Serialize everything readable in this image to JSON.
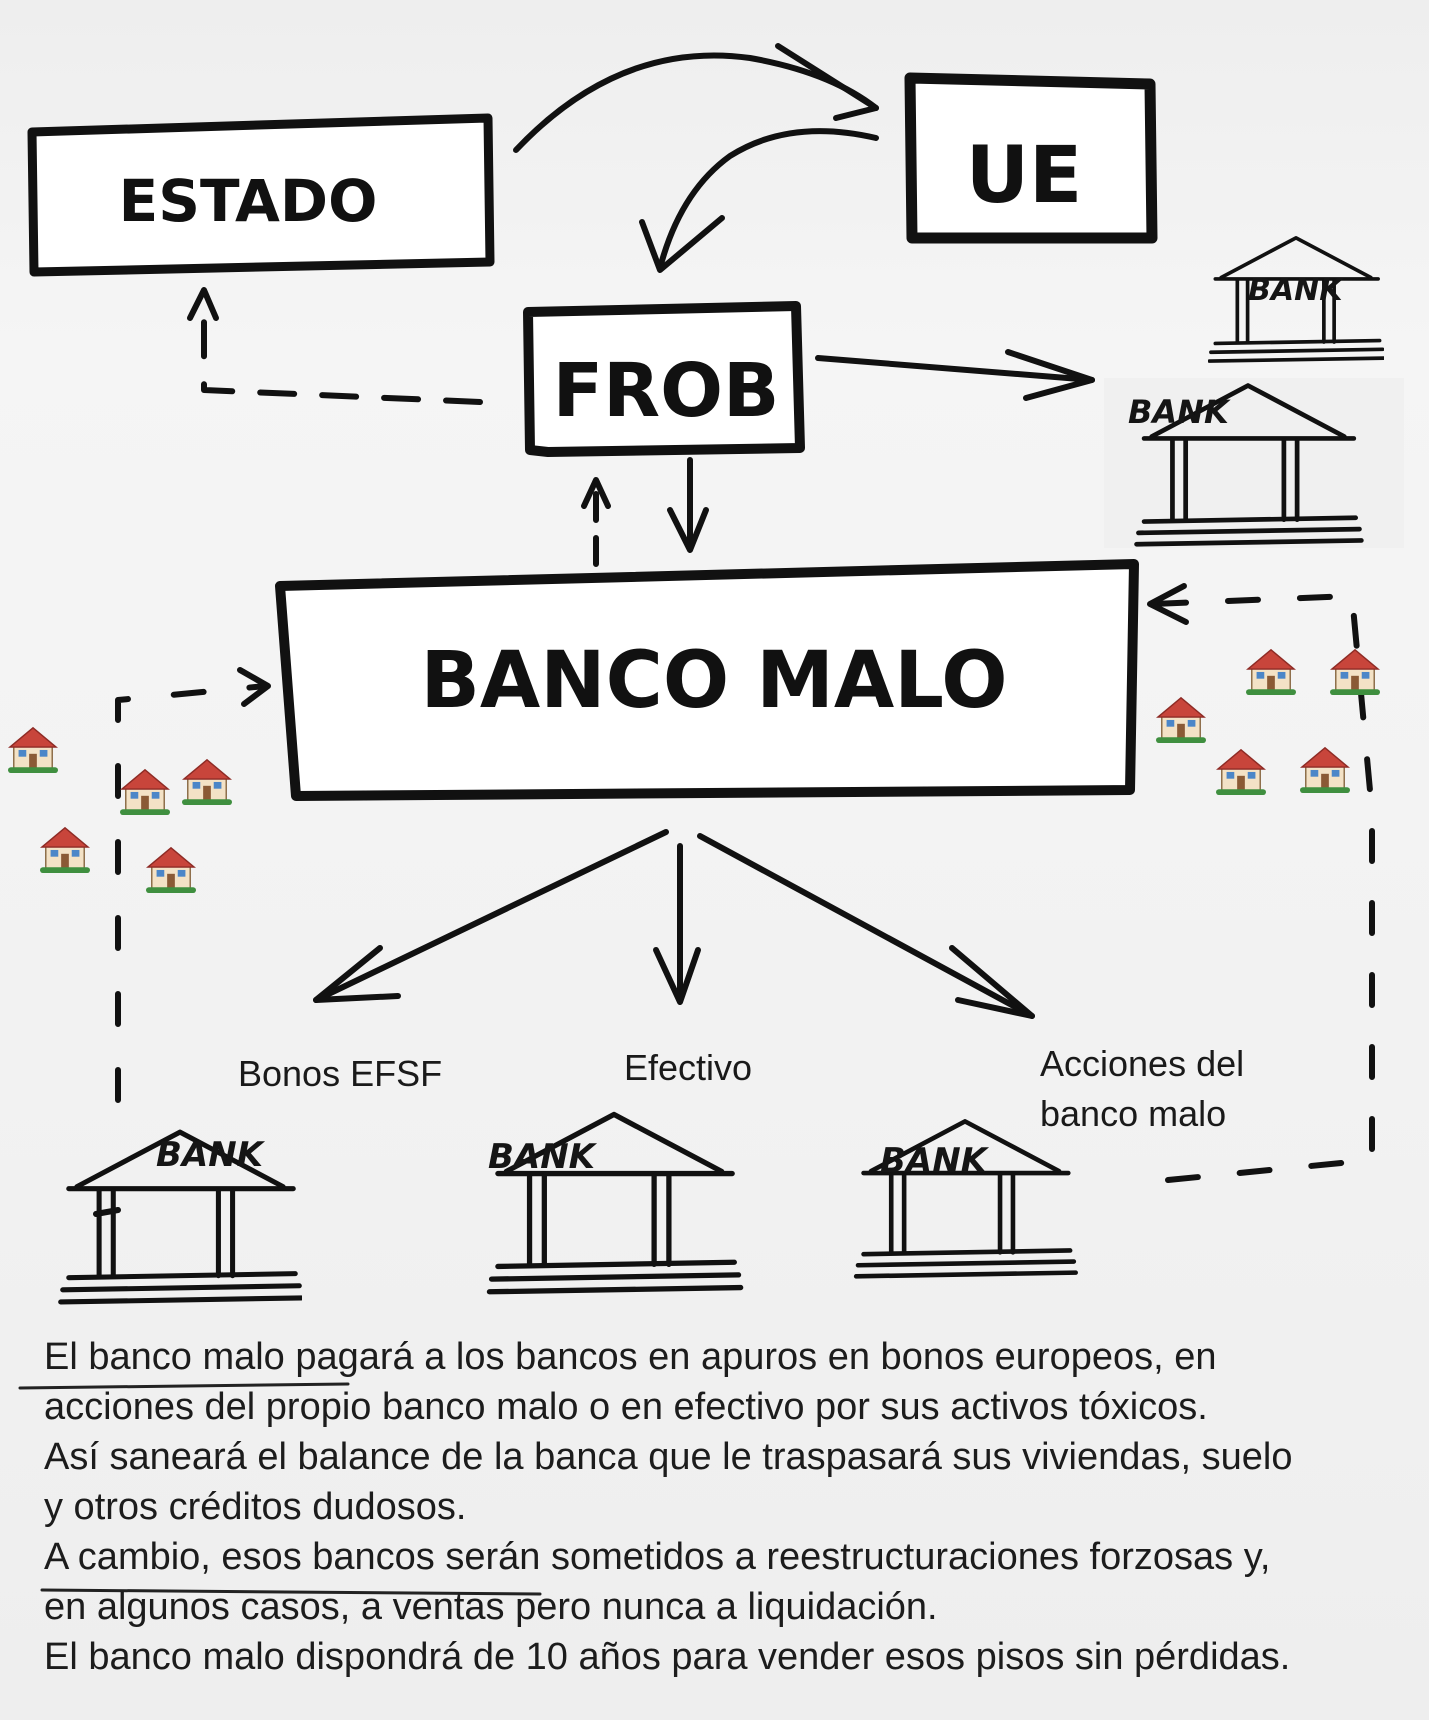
{
  "boxes": {
    "estado": "ESTADO",
    "ue": "UE",
    "frob": "FROB",
    "banco_malo": "BANCO MALO"
  },
  "bank_label": "BANK",
  "house_icon": "🏠",
  "flows": {
    "bonos": "Bonos EFSF",
    "efectivo": "Efectivo",
    "acciones_line1": "Acciones del",
    "acciones_line2": "banco malo"
  },
  "caption": {
    "lines": [
      "El banco malo pagará a los bancos en apuros en bonos europeos, en",
      "acciones del propio banco malo o en efectivo por sus activos tóxicos.",
      "Así saneará el balance de la banca que le traspasará sus viviendas, suelo",
      "y otros créditos dudosos.",
      "A cambio, esos bancos serán sometidos a reestructuraciones forzosas y,",
      "en algunos casos, a ventas pero nunca a liquidación.",
      "El banco malo dispondrá de 10 años para vender esos pisos sin pérdidas."
    ]
  },
  "colors": {
    "ink": "#111111",
    "house_wall": "#f3e2c6",
    "house_roof": "#c8453b",
    "house_window": "#4b86c8",
    "house_door": "#8a5a35",
    "house_grass": "#3f8f3f"
  }
}
